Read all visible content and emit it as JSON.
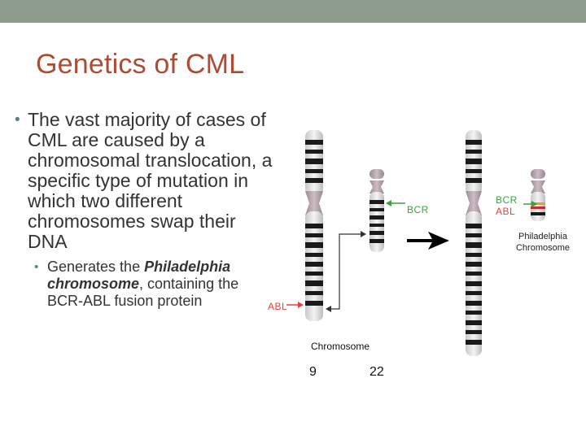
{
  "slide": {
    "title": "Genetics of CML",
    "bullet1": "The vast majority of cases of CML are caused by a chromosomal translocation, a specific type of mutation in which two different chromosomes swap their DNA",
    "bullet2_pre": "Generates the ",
    "bullet2_em": "Philadelphia chromosome",
    "bullet2_post": ", containing the BCR-ABL fusion protein",
    "bullet_char": "•"
  },
  "figure": {
    "label_bcr": "BCR",
    "label_abl": "ABL",
    "label_bcr_fused": "BCR",
    "label_abl_fused": "ABL",
    "label_philadelphia_line1": "Philadelphia",
    "label_philadelphia_line2": "Chromosome",
    "label_chromosome": "Chromosome",
    "label_chr9": "9",
    "label_chr22": "22",
    "colors": {
      "title": "#b04a33",
      "bcr_label": "#3aa13f",
      "abl_label": "#e8413c",
      "centromere": "#b5a3aa",
      "band_dark": "#1a1a1a"
    }
  }
}
